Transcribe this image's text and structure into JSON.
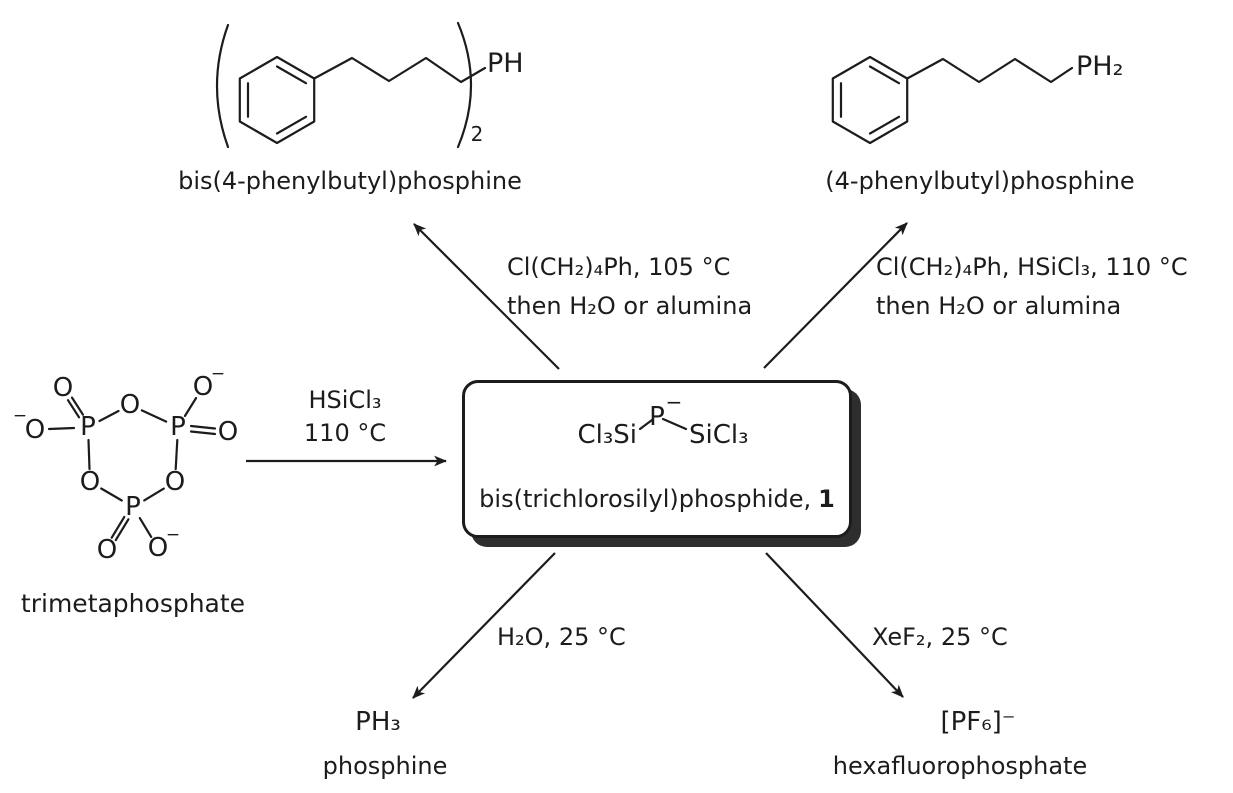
{
  "figure": {
    "background": "#ffffff",
    "ink": "#1c1c1c",
    "box_shadow": "#2e2e2e"
  },
  "reactant": {
    "name": "trimetaphosphate",
    "atom_p": "P",
    "atom_o": "O",
    "charge_minus": "−"
  },
  "center_compound": {
    "silyl_left": "Cl₃Si",
    "phosphorus": "P",
    "charge": "−",
    "silyl_right": "SiCl₃",
    "caption": "bis(trichlorosilyl)phosphide,",
    "number": "1"
  },
  "products": {
    "top_left": {
      "name": "bis(4-phenylbutyl)phosphine",
      "group": "PH",
      "multiplier": "2"
    },
    "top_right": {
      "name": "(4-phenylbutyl)phosphine",
      "group": "PH₂"
    },
    "bottom_left": {
      "formula": "PH₃",
      "name": "phosphine"
    },
    "bottom_right": {
      "formula": "[PF₆]⁻",
      "name": "hexafluorophosphate"
    }
  },
  "conditions": {
    "forming_1": {
      "line1": "HSiCl₃",
      "line2": "110 °C"
    },
    "top_left": {
      "line1": "Cl(CH₂)₄Ph, 105 °C",
      "line2": "then H₂O or alumina"
    },
    "top_right": {
      "line1": "Cl(CH₂)₄Ph, HSiCl₃, 110 °C",
      "line2": "then H₂O or alumina"
    },
    "bottom_left": {
      "line1": "H₂O, 25 °C"
    },
    "bottom_right": {
      "line1": "XeF₂, 25 °C"
    }
  }
}
